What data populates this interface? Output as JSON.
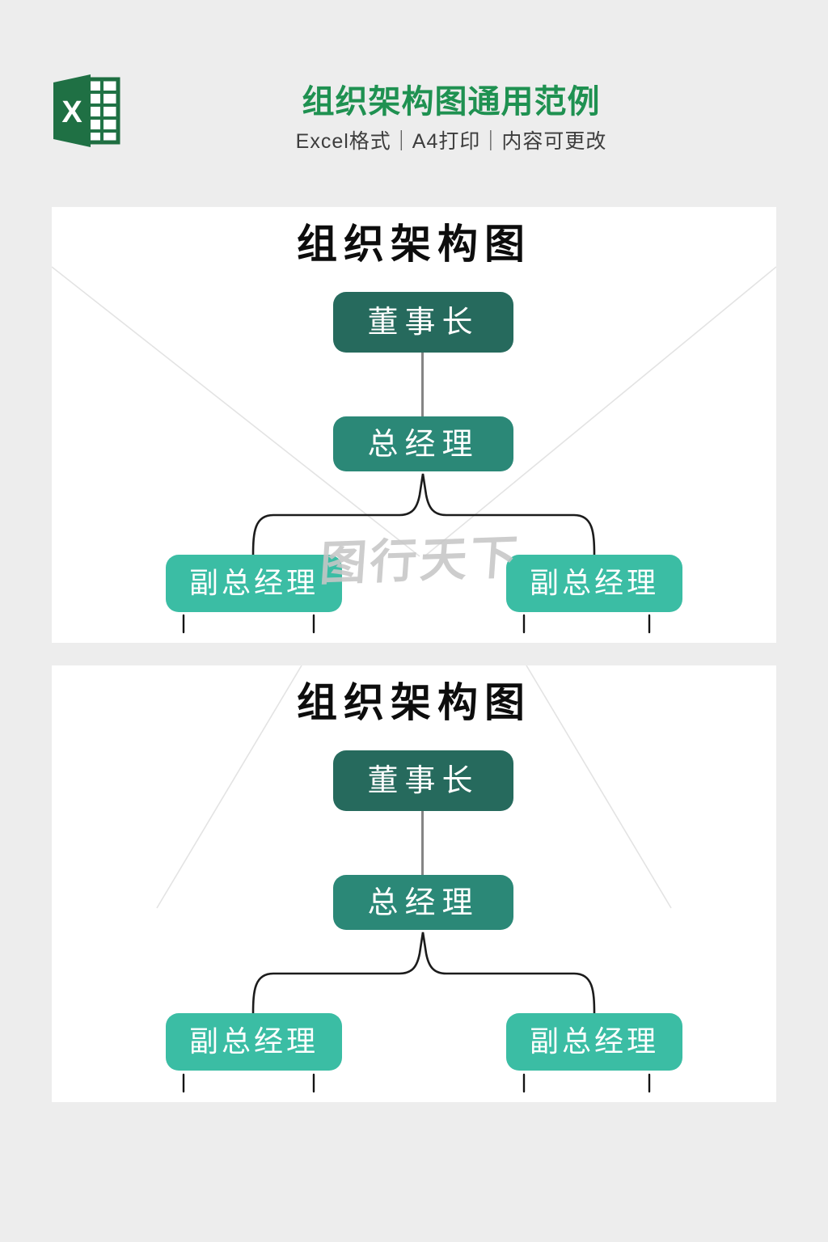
{
  "page": {
    "background_color": "#ededed",
    "panel_background_color": "#ffffff"
  },
  "header": {
    "excel_icon_letter": "X",
    "title": "组织架构图通用范例",
    "subtitle": "Excel格式｜A4打印｜内容可更改",
    "title_color": "#1f9151",
    "excel_green": "#1f7044"
  },
  "org_colors": {
    "level1_box": "#266a5d",
    "level2_box": "#2b8877",
    "level3_box": "#3bbda4",
    "connector_gray": "#858585",
    "connector_black": "#1c1c1c",
    "watermark_gray": "#c7c7c7",
    "faint_line_gray": "#e3e3e3"
  },
  "panels": [
    {
      "title": "组织架构图",
      "chairman": "董事长",
      "general_manager": "总经理",
      "deputy_left": "副总经理",
      "deputy_right": "副总经理",
      "watermark": "图行天下",
      "hierarchy": {
        "root": "董事长",
        "reports": [
          {
            "name": "总经理",
            "reports": [
              "副总经理",
              "副总经理"
            ]
          }
        ]
      }
    },
    {
      "title": "组织架构图",
      "chairman": "董事长",
      "general_manager": "总经理",
      "deputy_left": "副总经理",
      "deputy_right": "副总经理",
      "hierarchy": {
        "root": "董事长",
        "reports": [
          {
            "name": "总经理",
            "reports": [
              "副总经理",
              "副总经理"
            ]
          }
        ]
      }
    }
  ]
}
